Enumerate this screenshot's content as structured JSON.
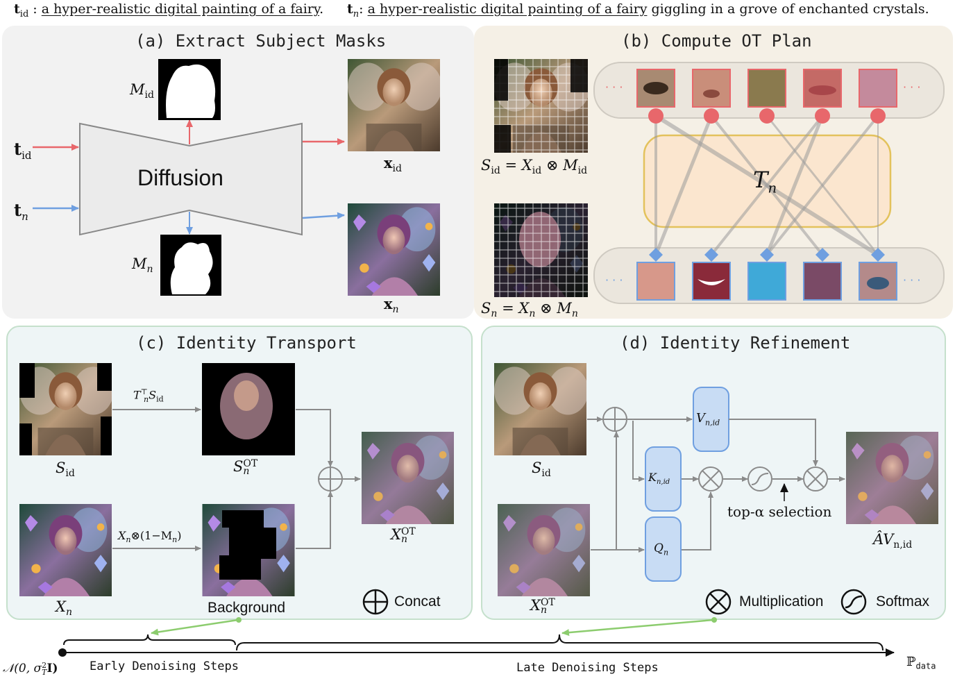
{
  "header": {
    "left_symbol": "t",
    "left_sub": "id",
    "left_sep": " : ",
    "left_prompt": "a hyper-realistic digital painting of a fairy",
    "left_end": ".",
    "right_symbol": "t",
    "right_sub": "n",
    "right_sep": ": ",
    "right_prompt": "a hyper-realistic digital painting of a fairy",
    "right_rest": " giggling in a grove of enchanted crystals."
  },
  "panel_a": {
    "title": "(a) Extract Subject Masks",
    "diffusion": "Diffusion",
    "t_id": "t",
    "t_id_sub": "id",
    "t_n": "t",
    "t_n_sub": "n",
    "m_id": "M",
    "m_id_sub": "id",
    "m_n": "M",
    "m_n_sub": "n",
    "x_id": "x",
    "x_id_sub": "id",
    "x_n": "x",
    "x_n_sub": "n"
  },
  "panel_b": {
    "title": "(b) Compute OT Plan",
    "s_id_eq": "S",
    "s_id_sub": "id",
    "s_id_rhs": " = X",
    "s_id_rhs_sub": "id",
    "s_id_op": " ⊗ M",
    "s_id_op_sub": "id",
    "s_n_eq": "S",
    "s_n_sub": "n",
    "s_n_rhs": " = X",
    "s_n_rhs_sub": "n",
    "s_n_op": " ⊗ M",
    "s_n_op_sub": "n",
    "tn": "T",
    "tn_sub": "n",
    "dots": "· · ·"
  },
  "panel_c": {
    "title": "(c) Identity Transport",
    "s_id": "S",
    "s_id_sub": "id",
    "x_n": "X",
    "x_n_sub": "n",
    "s_n_ot": "S",
    "s_n_ot_sup": "OT",
    "s_n_ot_sub": "n",
    "x_n_ot": "X",
    "x_n_ot_sup": "OT",
    "x_n_ot_sub": "n",
    "background": "Background",
    "transport_label": "T",
    "transport_sup": "⊤",
    "transport_sub": "n",
    "transport_tail": "S",
    "transport_tail_sub": "id",
    "bg_label": "X",
    "bg_label_sub": "n",
    "bg_label_rest": "⊗(1−M",
    "bg_label_rest_sub": "n",
    "bg_label_close": ")",
    "concat_legend": "Concat"
  },
  "panel_d": {
    "title": "(d) Identity Refinement",
    "s_id": "S",
    "s_id_sub": "id",
    "x_n_ot": "X",
    "x_n_ot_sup": "OT",
    "x_n_ot_sub": "n",
    "v": "V",
    "v_sub": "n,id",
    "k": "K",
    "k_sub": "n,id",
    "q": "Q",
    "q_sub": "n",
    "topk": "top-α selection",
    "out": "ÂV",
    "out_sub": "n,id",
    "mult_legend": "Multiplication",
    "softmax_legend": "Softmax"
  },
  "timeline": {
    "start": "𝒩(0, σ",
    "start_sup": "2",
    "start_sub": "T",
    "start_end": "I)",
    "early": "Early Denoising Steps",
    "late": "Late Denoising Steps",
    "end": "ℙ",
    "end_sub": "data"
  },
  "colors": {
    "panel_a_bg": "#f2f2f2",
    "panel_b_bg": "#f5f0e6",
    "panel_cd_bg": "#eef5f6",
    "panel_cd_border": "#c5e0cc",
    "red": "#e8676b",
    "blue": "#6f9fe0",
    "diffusion_fill": "#ebebeb",
    "diffusion_stroke": "#888888",
    "tn_fill": "#fbe6cf",
    "tn_stroke": "#e3c25c",
    "box_fill": "#c8dcf4",
    "box_stroke": "#6f9fe0",
    "green": "#8ccc6e",
    "gray_line": "#8a8a8a"
  }
}
